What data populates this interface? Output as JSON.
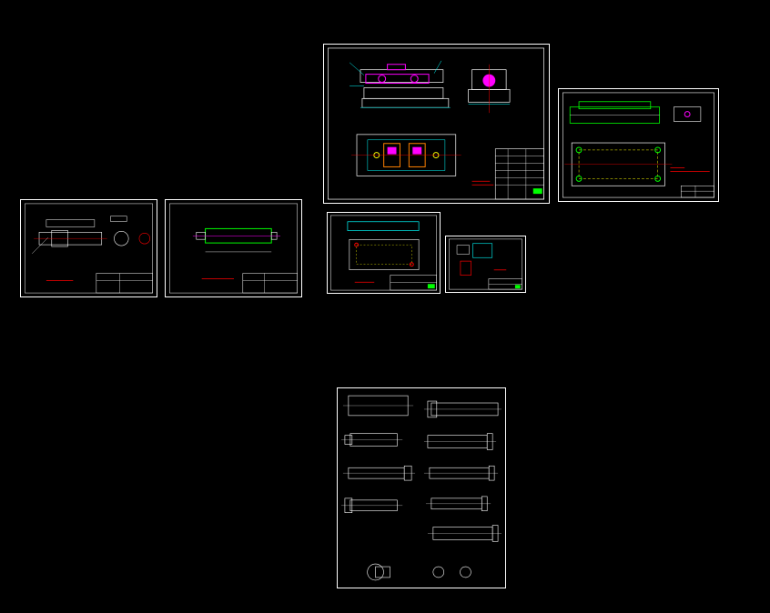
{
  "colors": {
    "background": "#000000",
    "sheet_border": "#ffffff",
    "lines": "#ffffff",
    "dimension": "#00ffff",
    "hidden": "#ffff00",
    "notes": "#ff0000",
    "part_a": "#ff00ff",
    "part_b": "#00ff00",
    "part_c": "#ff8000"
  },
  "sheets": [
    {
      "id": "assembly-sheet",
      "kind": "assembly"
    },
    {
      "id": "plate-sheet-right",
      "kind": "plate"
    },
    {
      "id": "shaft-sheet-left",
      "kind": "shaft-sections"
    },
    {
      "id": "shaft-sheet-green",
      "kind": "long-shaft"
    },
    {
      "id": "plate-sheet-small",
      "kind": "plate-small"
    },
    {
      "id": "detail-sheet-small",
      "kind": "detail"
    },
    {
      "id": "process-sheet",
      "kind": "process-steps"
    }
  ]
}
